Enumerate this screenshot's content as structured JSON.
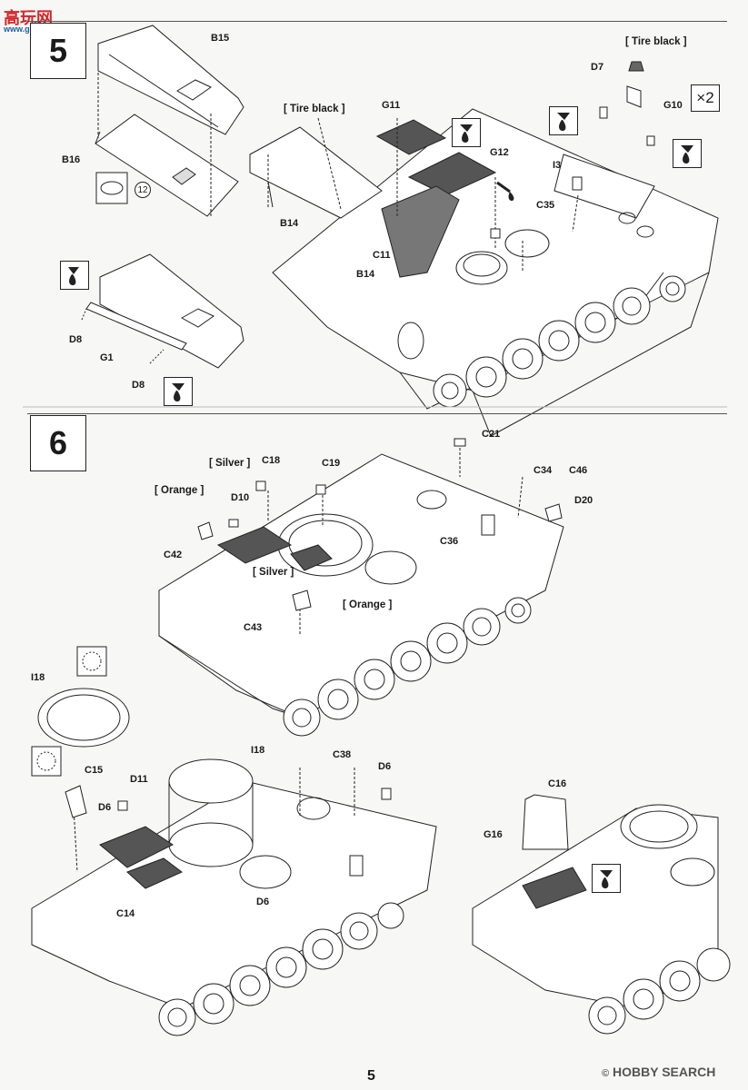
{
  "watermark": {
    "logo_text": "高玩网",
    "url": "www.gaoshou.com"
  },
  "page_number": "5",
  "footer": {
    "brand": "HOBBY",
    "brand2": "SEARCH",
    "copyright": "©"
  },
  "steps": [
    {
      "number": "5"
    },
    {
      "number": "6"
    }
  ],
  "times_label": "×2",
  "circled_ref": "12",
  "paints": {
    "tire_black": "[ Tire black ]",
    "silver": "[ Silver ]",
    "orange": "[ Orange ]"
  },
  "parts": {
    "b15": "B15",
    "b16": "B16",
    "b14": "B14",
    "g11": "G11",
    "g12": "G12",
    "c11": "C11",
    "d7": "D7",
    "g10": "G10",
    "i3": "I3",
    "c35": "C35",
    "d8": "D8",
    "g1": "G1",
    "c21": "C21",
    "c18": "C18",
    "c19": "C19",
    "d10": "D10",
    "c34": "C34",
    "c46": "C46",
    "d20": "D20",
    "c36": "C36",
    "c42": "C42",
    "c43": "C43",
    "i18": "I18",
    "c15": "C15",
    "d11": "D11",
    "d6": "D6",
    "c38": "C38",
    "c14": "C14",
    "c16": "C16",
    "g16": "G16"
  },
  "colors": {
    "ink": "#1a1a1a",
    "paper": "#f7f7f5",
    "logo_red": "#d4262b",
    "logo_blue": "#1f5fa8"
  }
}
